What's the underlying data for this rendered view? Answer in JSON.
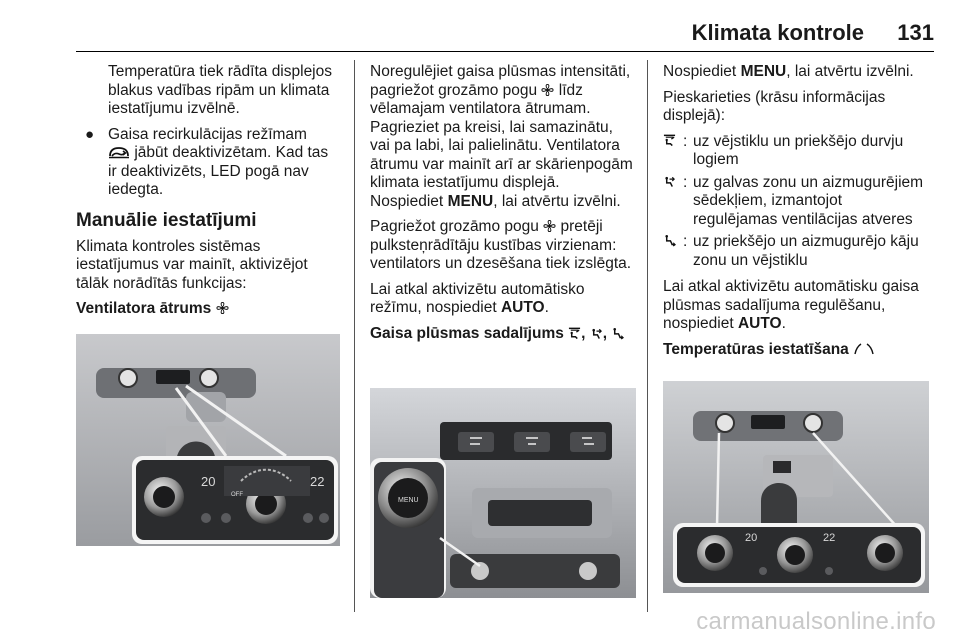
{
  "header": {
    "title": "Klimata kontrole",
    "page_number": "131"
  },
  "col1": {
    "p1": "Temperatūra tiek rādīta displejos blakus vadības ripām un klimata iestatījumu izvēlnē.",
    "bullet_start": "Gaisa recirkulācijas režīmam",
    "bullet_end": "jābūt deaktivizētam. Kad tas ir deaktivizēts, LED pogā nav iedegta.",
    "h_manual": "Manuālie iestatījumi",
    "p2": "Klimata kontroles sistēmas iestatījumus var mainīt, aktivizējot tālāk norādītās funkcijas:",
    "h_fan": "Ventilatora ātrums"
  },
  "col2": {
    "p1_a": "Noregulējiet gaisa plūsmas intensitāti, pagriežot grozāmo pogu",
    "p1_b": "līdz vēlamajam ventilatora ātrumam. Pagrieziet pa kreisi, lai samazinātu, vai pa labi, lai palielinātu. Ventilatora ātrumu var mainīt arī ar skārienpogām klimata iestatījumu displejā. Nospiediet",
    "p1_menu": "MENU",
    "p1_c": ", lai atvērtu izvēlni.",
    "p2_a": "Pagriežot grozāmo pogu",
    "p2_b": "pretēji pulksteņrādītāju kustības virzienam: ventilators un dzesēšana tiek izslēgta.",
    "p3_a": "Lai atkal aktivizētu automātisko režīmu, nospiediet",
    "p3_auto": "AUTO",
    "p3_b": ".",
    "h_air": "Gaisa plūsmas sadalījums",
    "sep1": ",",
    "sep2": ","
  },
  "col3": {
    "p1_a": "Nospiediet",
    "p1_menu": "MENU",
    "p1_b": ", lai atvērtu izvēlni.",
    "p2": "Pieskarieties (krāsu informācijas displejā):",
    "colon": ":",
    "items": [
      {
        "text": "uz vējstiklu un priekšējo durvju logiem"
      },
      {
        "text": "uz galvas zonu un aizmugurējiem sēdekļiem, izmantojot regulējamas ventilācijas atveres"
      },
      {
        "text": "uz priekšējo un aizmugurējo kāju zonu un vējstiklu"
      }
    ],
    "p3_a": "Lai atkal aktivizētu automātisku gaisa plūsmas sadalījuma regulēšanu, nospiediet",
    "p3_auto": "AUTO",
    "p3_b": ".",
    "h_temp": "Temperatūras iestatīšana"
  },
  "photos": {
    "panel_left_temp": "20",
    "panel_right_temp": "22",
    "panel_off": "OFF",
    "menu_label": "MENU"
  },
  "watermark": "carmanualsonline.info",
  "icons": {
    "fan": "fan-icon",
    "recirculation": "air-recirculation-icon",
    "windshield": "air-windshield-icon",
    "head": "air-head-icon",
    "foot": "air-foot-icon"
  }
}
